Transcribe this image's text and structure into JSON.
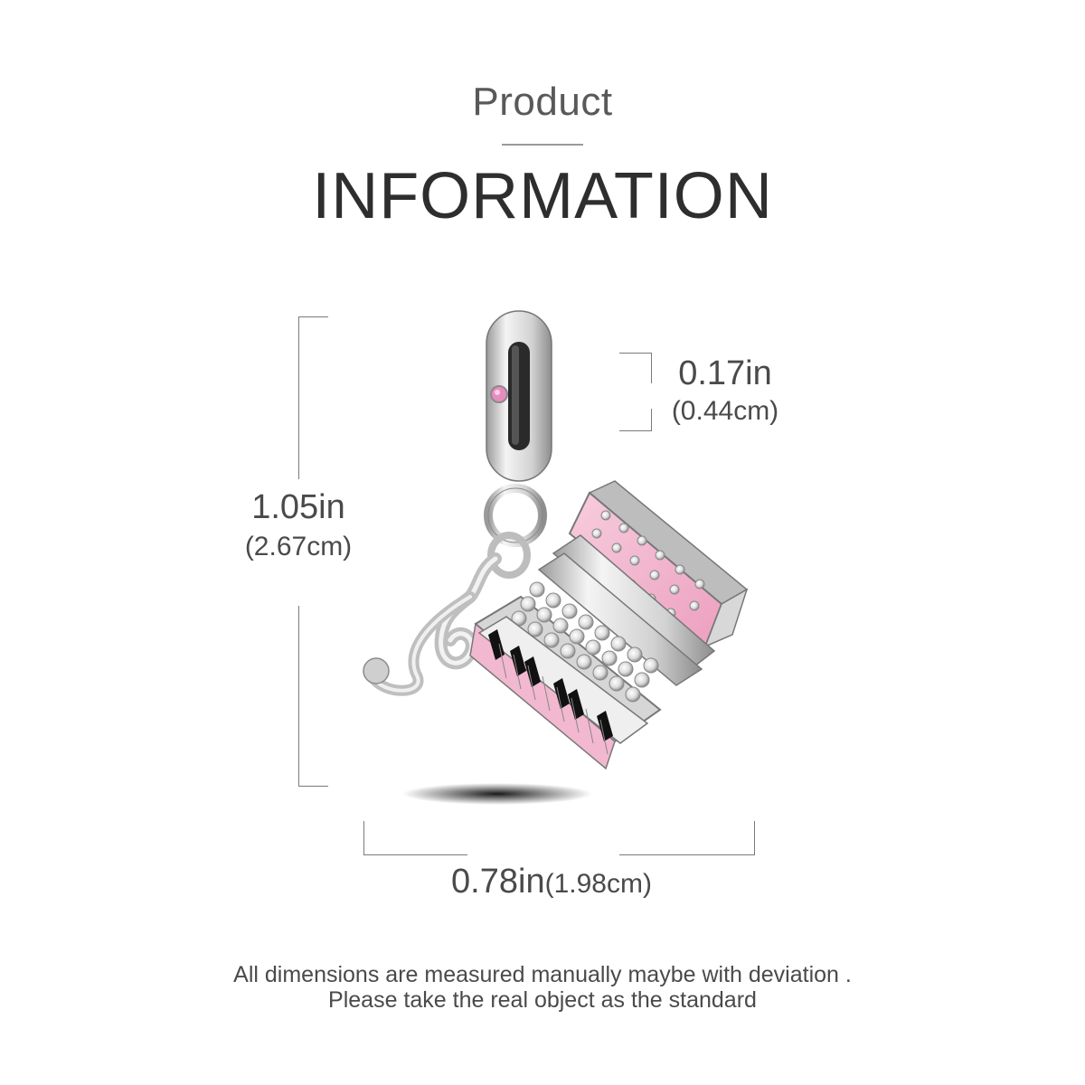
{
  "header": {
    "subtitle": "Product",
    "title": "INFORMATION"
  },
  "dimensions": {
    "height": {
      "inches": "1.05in",
      "cm": "(2.67cm)"
    },
    "bail": {
      "inches": "0.17in",
      "cm": "(0.44cm)"
    },
    "width": {
      "inches": "0.78in",
      "cm": "(1.98cm)"
    }
  },
  "footer": {
    "line1": "All dimensions are measured manually maybe with deviation .",
    "line2": "Please take the real object as the standard"
  },
  "colors": {
    "enamel_pink": "#f2b8cf",
    "silver": "#c9c9c9",
    "stone_pink": "#e98bc0",
    "enamel_black": "#111111"
  }
}
